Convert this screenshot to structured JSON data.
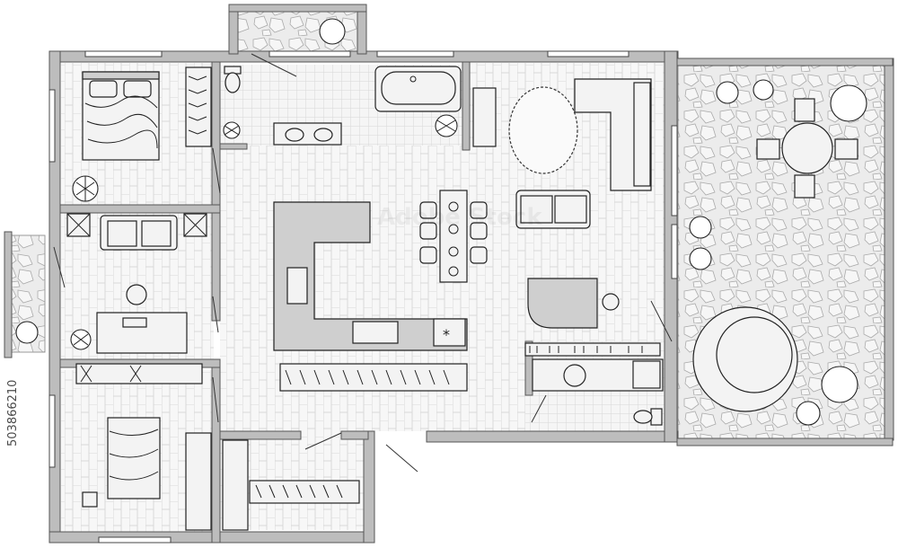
{
  "stock_id": "503866210",
  "watermark_text": "Adobe Stock",
  "palette": {
    "wall": "#bdbdbd",
    "line": "#222222",
    "floor": "#f4f4f4",
    "terrace": "#e6e6e6"
  },
  "rooms": [
    {
      "id": "master-bedroom",
      "label": ""
    },
    {
      "id": "bathroom",
      "label": ""
    },
    {
      "id": "living-kitchen",
      "label": ""
    },
    {
      "id": "terrace",
      "label": ""
    },
    {
      "id": "study",
      "label": ""
    },
    {
      "id": "kids-bedroom",
      "label": ""
    },
    {
      "id": "wardrobe",
      "label": ""
    },
    {
      "id": "laundry-wc",
      "label": ""
    }
  ]
}
